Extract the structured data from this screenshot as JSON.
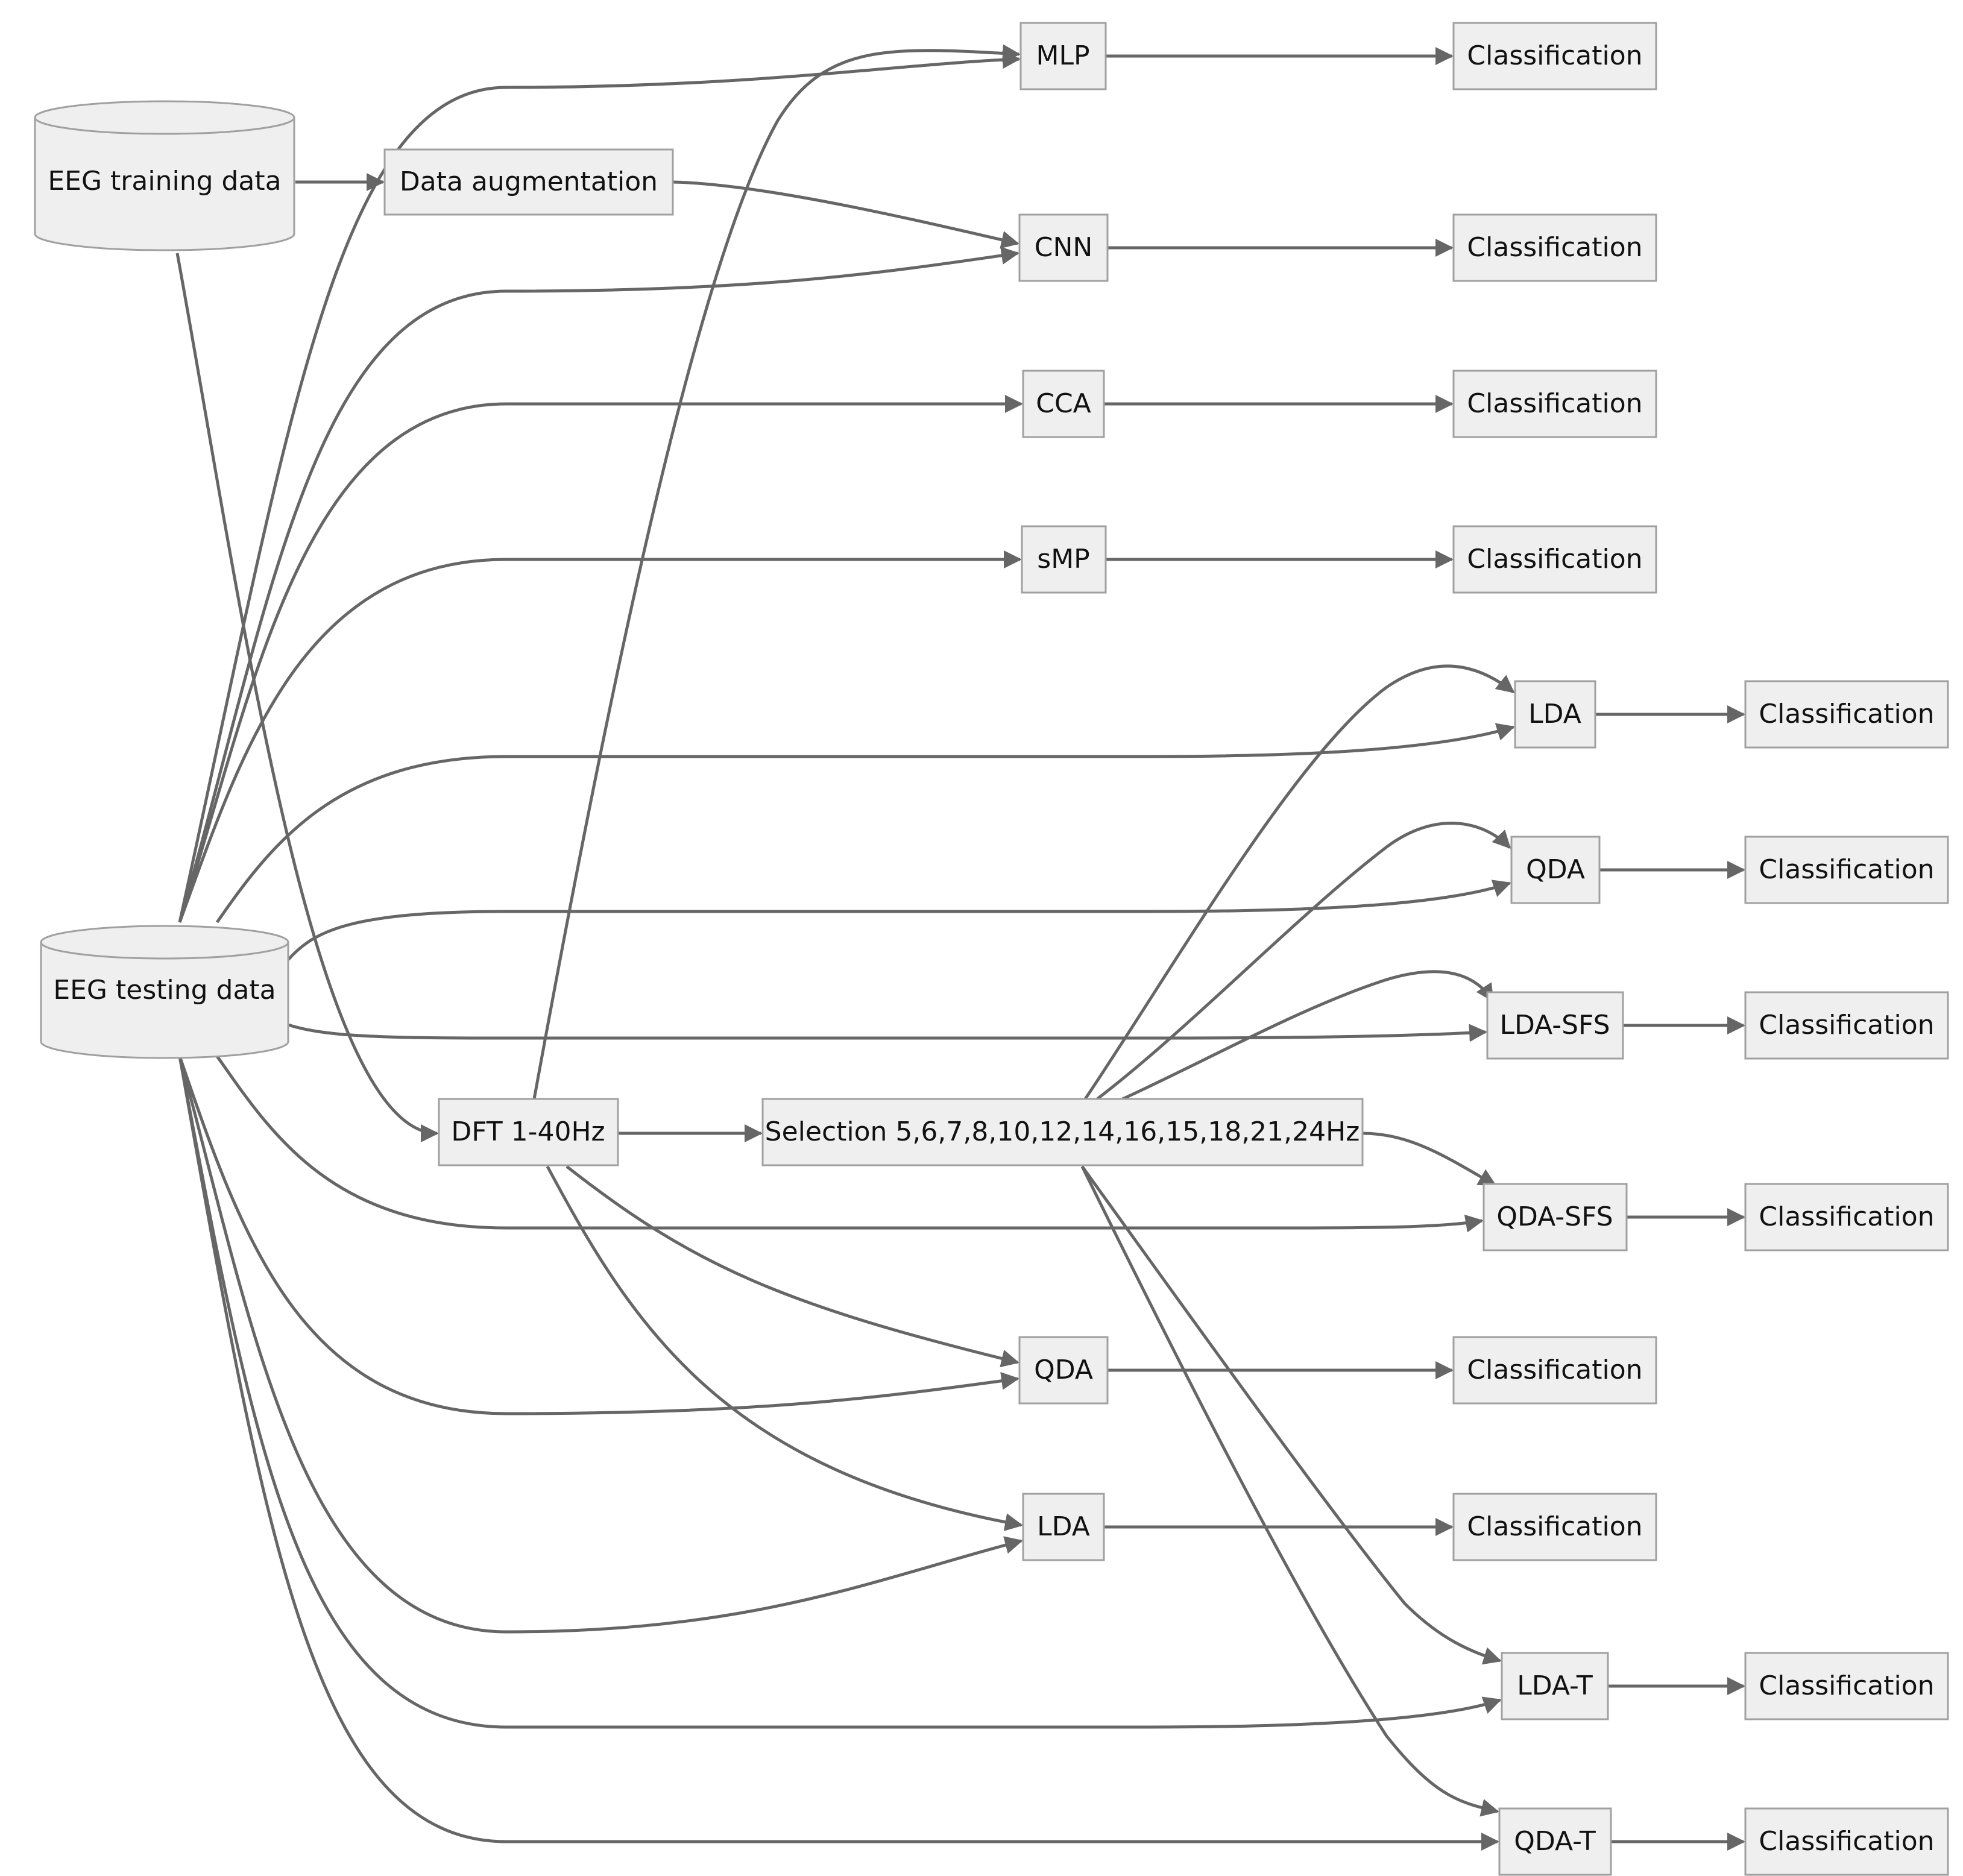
{
  "nodes": {
    "train": {
      "label": "EEG training data"
    },
    "test": {
      "label": "EEG testing data"
    },
    "aug": {
      "label": "Data augmentation"
    },
    "dft": {
      "label": "DFT 1-40Hz"
    },
    "sel": {
      "label": "Selection 5,6,7,8,10,12,14,16,15,18,21,24Hz"
    },
    "mlp": {
      "label": "MLP"
    },
    "cnn": {
      "label": "CNN"
    },
    "cca": {
      "label": "CCA"
    },
    "smp": {
      "label": "sMP"
    },
    "qda_m": {
      "label": "QDA"
    },
    "lda_m": {
      "label": "LDA"
    },
    "lda_r": {
      "label": "LDA"
    },
    "qda_r": {
      "label": "QDA"
    },
    "ldasfs": {
      "label": "LDA-SFS"
    },
    "qdasfs": {
      "label": "QDA-SFS"
    },
    "ldat": {
      "label": "LDA-T"
    },
    "qdat": {
      "label": "QDA-T"
    },
    "c1": {
      "label": "Classification"
    },
    "c2": {
      "label": "Classification"
    },
    "c3": {
      "label": "Classification"
    },
    "c4": {
      "label": "Classification"
    },
    "c5": {
      "label": "Classification"
    },
    "c6": {
      "label": "Classification"
    },
    "c7": {
      "label": "Classification"
    },
    "c8": {
      "label": "Classification"
    },
    "c9": {
      "label": "Classification"
    },
    "c10": {
      "label": "Classification"
    },
    "c11": {
      "label": "Classification"
    },
    "c12": {
      "label": "Classification"
    }
  },
  "edges": [
    {
      "from": "EEG training data",
      "to": "Data augmentation"
    },
    {
      "from": "EEG training data",
      "to": "DFT 1-40Hz"
    },
    {
      "from": "Data augmentation",
      "to": "CNN"
    },
    {
      "from": "EEG testing data",
      "to": "MLP"
    },
    {
      "from": "EEG testing data",
      "to": "CNN"
    },
    {
      "from": "EEG testing data",
      "to": "CCA"
    },
    {
      "from": "EEG testing data",
      "to": "sMP"
    },
    {
      "from": "EEG testing data",
      "to": "LDA"
    },
    {
      "from": "EEG testing data",
      "to": "QDA"
    },
    {
      "from": "EEG testing data",
      "to": "LDA-SFS"
    },
    {
      "from": "EEG testing data",
      "to": "QDA-SFS"
    },
    {
      "from": "EEG testing data",
      "to": "LDA-T"
    },
    {
      "from": "EEG testing data",
      "to": "QDA-T"
    },
    {
      "from": "DFT 1-40Hz",
      "to": "MLP"
    },
    {
      "from": "DFT 1-40Hz",
      "to": "Selection 5,6,7,8,10,12,14,16,15,18,21,24Hz"
    },
    {
      "from": "DFT 1-40Hz",
      "to": "QDA"
    },
    {
      "from": "DFT 1-40Hz",
      "to": "LDA"
    },
    {
      "from": "Selection 5,6,7,8,10,12,14,16,15,18,21,24Hz",
      "to": "LDA"
    },
    {
      "from": "Selection 5,6,7,8,10,12,14,16,15,18,21,24Hz",
      "to": "QDA"
    },
    {
      "from": "Selection 5,6,7,8,10,12,14,16,15,18,21,24Hz",
      "to": "LDA-SFS"
    },
    {
      "from": "Selection 5,6,7,8,10,12,14,16,15,18,21,24Hz",
      "to": "QDA-SFS"
    },
    {
      "from": "Selection 5,6,7,8,10,12,14,16,15,18,21,24Hz",
      "to": "LDA-T"
    },
    {
      "from": "Selection 5,6,7,8,10,12,14,16,15,18,21,24Hz",
      "to": "QDA-T"
    },
    {
      "from": "MLP",
      "to": "Classification"
    },
    {
      "from": "CNN",
      "to": "Classification"
    },
    {
      "from": "CCA",
      "to": "Classification"
    },
    {
      "from": "sMP",
      "to": "Classification"
    },
    {
      "from": "QDA",
      "to": "Classification"
    },
    {
      "from": "LDA",
      "to": "Classification"
    },
    {
      "from": "LDA",
      "to": "Classification"
    },
    {
      "from": "QDA",
      "to": "Classification"
    },
    {
      "from": "LDA-SFS",
      "to": "Classification"
    },
    {
      "from": "QDA-SFS",
      "to": "Classification"
    },
    {
      "from": "LDA-T",
      "to": "Classification"
    },
    {
      "from": "QDA-T",
      "to": "Classification"
    }
  ],
  "colors": {
    "node_fill": "#efefef",
    "node_stroke": "#a0a0a0",
    "edge": "#666666",
    "text": "#111111"
  }
}
